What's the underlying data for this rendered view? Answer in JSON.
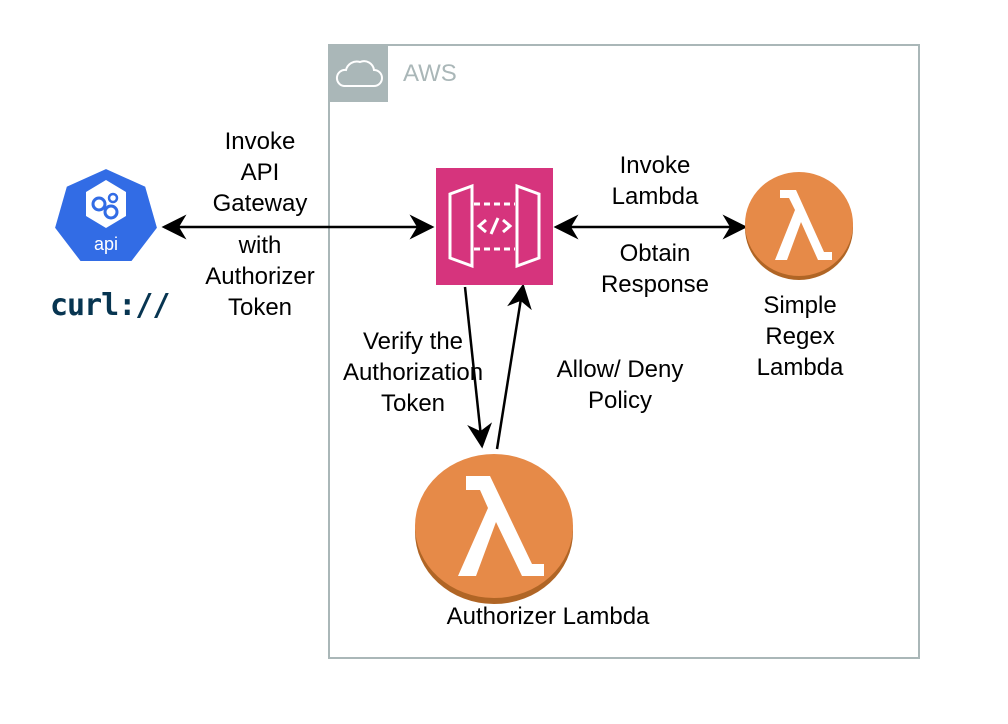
{
  "group": {
    "label": "AWS",
    "icon": "cloud-icon",
    "border_color": "#aab7b8"
  },
  "nodes": {
    "client_api": {
      "label": "api",
      "icon": "api-gears-icon",
      "color": "#326ce5"
    },
    "curl": {
      "label": "curl://",
      "icon": "curl-logo",
      "color": "#073551"
    },
    "api_gateway": {
      "icon": "api-gateway-icon",
      "color": "#d6347d"
    },
    "simple_lambda": {
      "label": "Simple\nRegex\nLambda",
      "icon": "lambda-icon",
      "color": "#e68a48"
    },
    "authorizer_lambda": {
      "label": "Authorizer Lambda",
      "icon": "lambda-icon",
      "color": "#e68a48"
    }
  },
  "edges": {
    "client_gateway": {
      "label_top": "Invoke\nAPI\nGateway",
      "label_bottom": "with\nAuthorizer\nToken"
    },
    "gateway_lambda": {
      "label_top": "Invoke\nLambda",
      "label_bottom": "Obtain\nResponse"
    },
    "gateway_to_authorizer": {
      "label": "Verify the\nAuthorization\nToken"
    },
    "authorizer_to_gateway": {
      "label": "Allow/ Deny\nPolicy"
    }
  }
}
